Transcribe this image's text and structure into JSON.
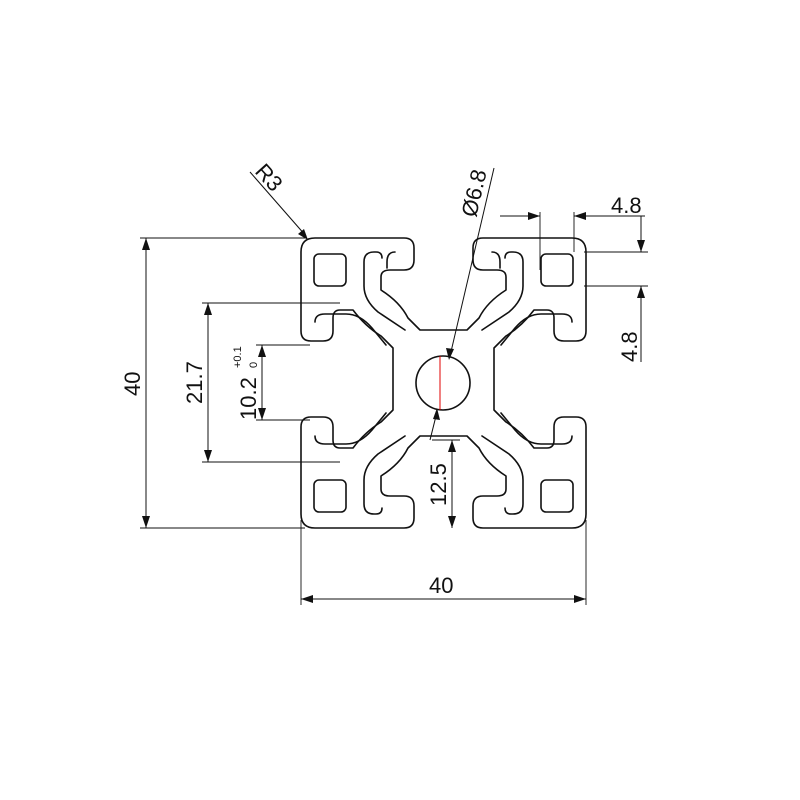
{
  "dimensions": {
    "radius": "R3",
    "hole_diameter": "Ø6.8",
    "slot_width_top": "4.8",
    "slot_width_side": "4.8",
    "overall_height": "40",
    "slot_span": "21.7",
    "slot_opening": "10.2",
    "slot_opening_tol_upper": "+0.1",
    "slot_opening_tol_lower": "0",
    "slot_depth": "12.5",
    "overall_width": "40"
  },
  "colors": {
    "line": "#111111",
    "centerline": "#e00000"
  }
}
